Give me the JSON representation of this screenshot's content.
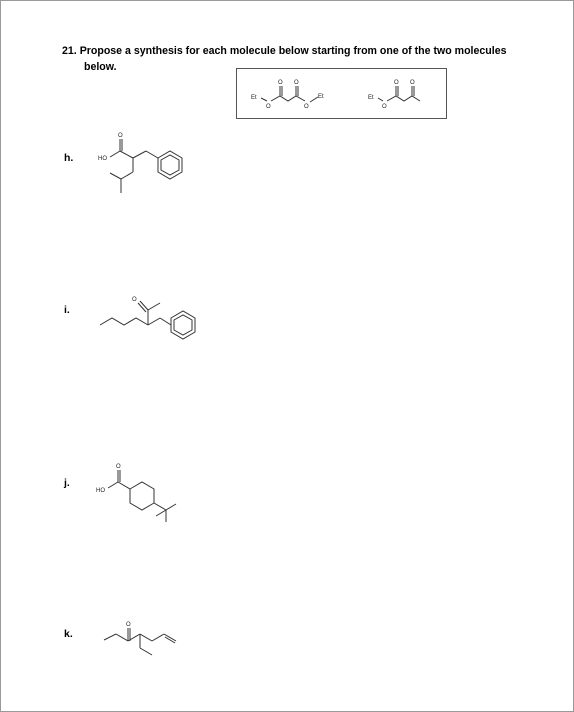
{
  "question": {
    "number": "21.",
    "text": "Propose a synthesis for each molecule below starting from one of the two molecules",
    "continuation": "below."
  },
  "starting_materials": {
    "diester": {
      "left_group": "Et",
      "right_group": "Et",
      "oxygen": "O"
    },
    "ketoester": {
      "group": "Et",
      "oxygen": "O"
    }
  },
  "parts": [
    {
      "label": "h.",
      "hydroxyl": "HO",
      "oxygen": "O"
    },
    {
      "label": "i.",
      "oxygen": "O"
    },
    {
      "label": "j.",
      "hydroxyl": "HO",
      "oxygen": "O"
    },
    {
      "label": "k.",
      "oxygen": "O"
    }
  ]
}
